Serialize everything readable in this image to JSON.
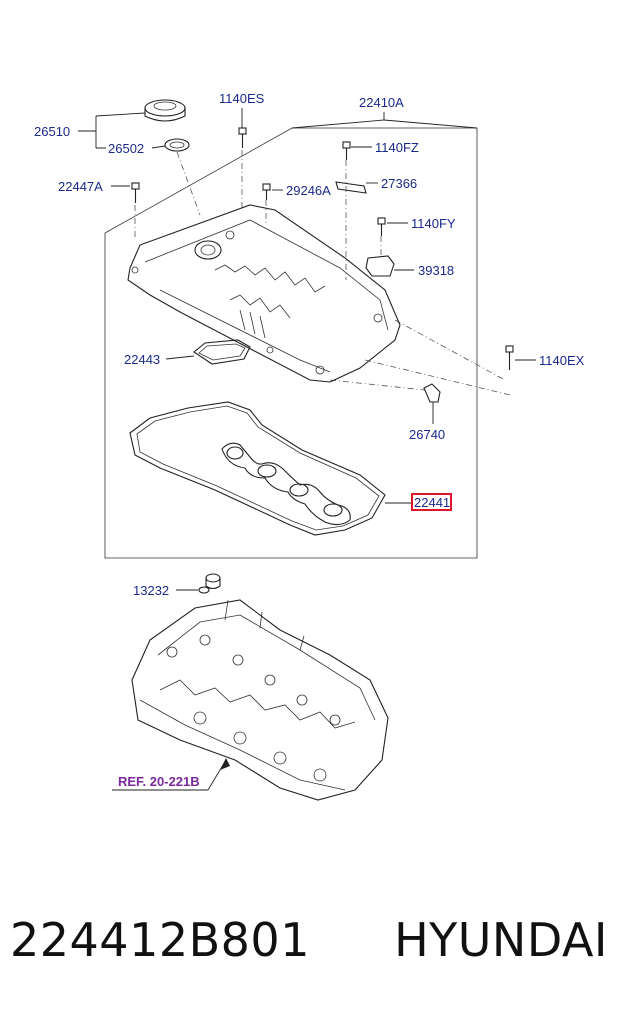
{
  "diagram": {
    "labels": {
      "p26510": "26510",
      "p26502": "26502",
      "p1140ES": "1140ES",
      "p22410A": "22410A",
      "p1140FZ": "1140FZ",
      "p22447A": "22447A",
      "p29246A": "29246A",
      "p27366": "27366",
      "p1140FY": "1140FY",
      "p39318": "39318",
      "p22443": "22443",
      "p1140EX": "1140EX",
      "p26740": "26740",
      "p22441": "22441",
      "p13232": "13232"
    },
    "reference": "REF. 20-221B",
    "highlighted_part": "22441",
    "colors": {
      "label": "#1a2a8c",
      "reference": "#7a2a9a",
      "highlight": "#e0152a"
    }
  },
  "caption": {
    "part_number": "224412B801",
    "brand": "HYUNDAI"
  }
}
